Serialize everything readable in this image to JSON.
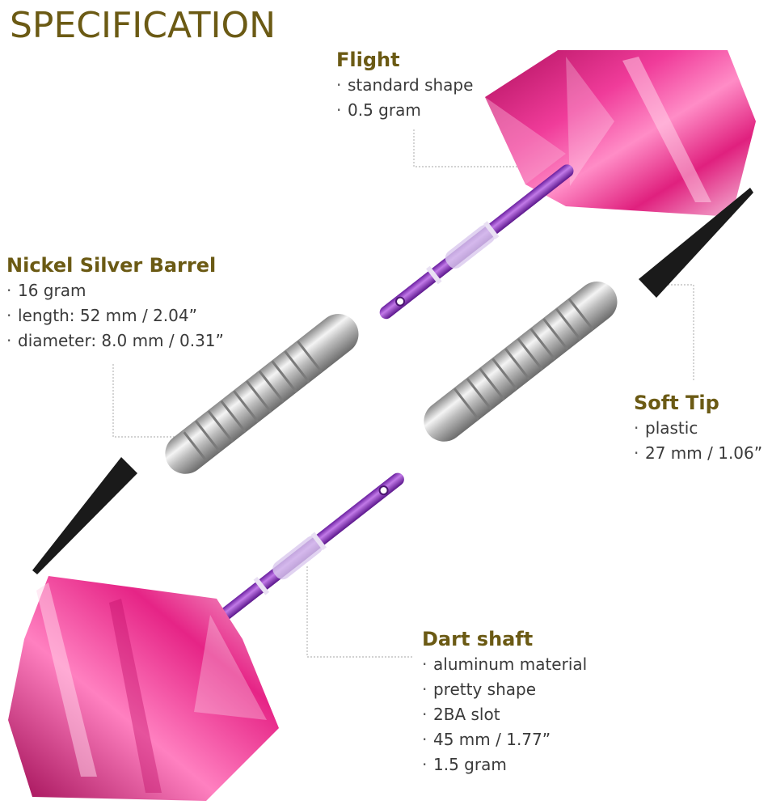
{
  "title": "SPECIFICATION",
  "colors": {
    "heading": "#6b5a14",
    "text": "#3a3a3a",
    "flight_pink": "#e8218a",
    "shaft_purple": "#9b3fd1",
    "barrel_silver": "#c9c9c9",
    "tip_black": "#1a1a1a"
  },
  "specs": {
    "flight": {
      "heading": "Flight",
      "items": [
        "standard shape",
        "0.5 gram"
      ]
    },
    "barrel": {
      "heading": "Nickel Silver Barrel",
      "items": [
        "16 gram",
        "length: 52 mm / 2.04”",
        "diameter: 8.0 mm / 0.31”"
      ]
    },
    "tip": {
      "heading": "Soft Tip",
      "items": [
        "plastic",
        "27 mm / 1.06”"
      ]
    },
    "shaft": {
      "heading": "Dart shaft",
      "items": [
        "aluminum material",
        "pretty shape",
        "2BA slot",
        "45 mm / 1.77”",
        "1.5 gram"
      ]
    }
  },
  "bullet": "·"
}
